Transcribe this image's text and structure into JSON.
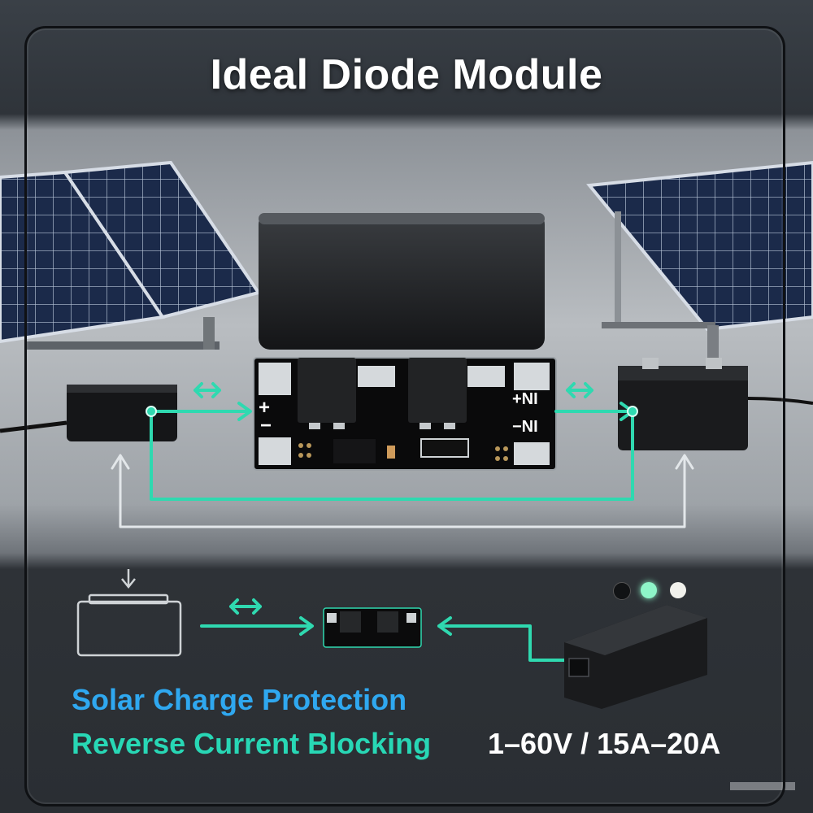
{
  "title": "Ideal Diode Module",
  "labels": {
    "charge_protection": "Solar Charge Protection",
    "reverse_blocking": "Reverse Current Blocking",
    "spec": "1–60V / 15A–20A"
  },
  "board": {
    "plus": "+",
    "minus": "−",
    "plus_ni": "+NI",
    "minus_ni": "−NI"
  },
  "colors": {
    "accent_teal": "#2fd9b0",
    "accent_blue": "#2fa8f0",
    "title": "#ffffff"
  },
  "indicator_dots": [
    "#111315",
    "#8ef5c8",
    "#f1f1ec"
  ]
}
